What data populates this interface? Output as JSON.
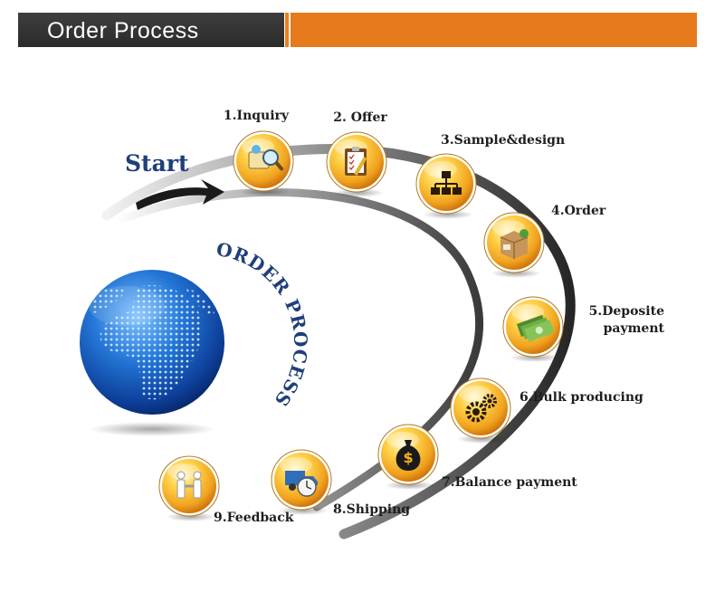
{
  "header": {
    "title": "Order Process"
  },
  "diagram": {
    "start_label": "Start",
    "globe_caption": "ORDER PROCESS",
    "steps": [
      {
        "label": "1.Inquiry",
        "icon": "inquiry-icon"
      },
      {
        "label": "2. Offer",
        "icon": "clipboard-icon"
      },
      {
        "label": "3.Sample&design",
        "icon": "org-chart-icon"
      },
      {
        "label": "4.Order",
        "icon": "package-icon"
      },
      {
        "label": "5.Deposite",
        "label2": "payment",
        "icon": "cash-icon"
      },
      {
        "label": "6.Bulk producing",
        "icon": "gears-icon"
      },
      {
        "label": "7.Balance payment",
        "icon": "money-bag-icon"
      },
      {
        "label": "8.Shipping",
        "icon": "truck-icon"
      },
      {
        "label": "9.Feedback",
        "icon": "handshake-icon"
      }
    ]
  },
  "colors": {
    "header_dark": "#2f2f2f",
    "header_orange": "#e77a1c",
    "badge_orange": "#f0a21e",
    "globe_blue": "#1c63c4",
    "start_blue": "#1f3f7a"
  }
}
